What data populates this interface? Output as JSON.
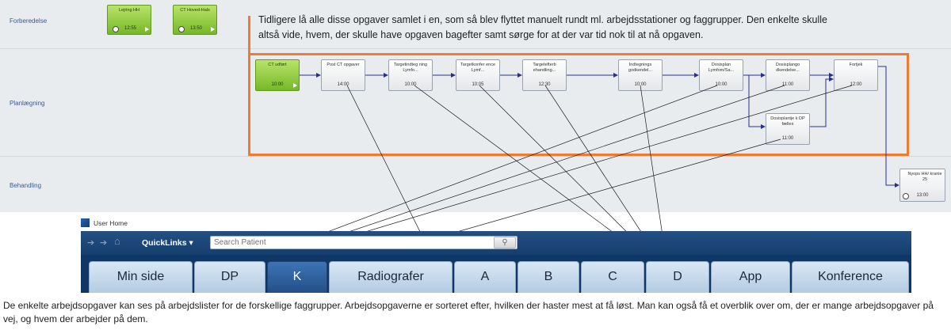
{
  "lanes": {
    "forberedelse": "Forberedelse",
    "planlaegning": "Planlægning",
    "behandling": "Behandling"
  },
  "tasks": {
    "lejring": {
      "name": "Lejring HH",
      "time": "12:55"
    },
    "ct_hoved": {
      "name": "CT Hoved-Hals",
      "time": "13:50"
    },
    "ct_udfort": {
      "name": "CT udført",
      "time": "10:00"
    },
    "post_ct": {
      "name": "Post CT opgaver",
      "time": "14:00"
    },
    "targetindtegning": {
      "name": "Targetindteg ning Lymfo...",
      "time": "10:00"
    },
    "targetkonference": {
      "name": "Targetkonfer ence Lymf...",
      "time": "10:05"
    },
    "targetefterbehandling": {
      "name": "Targetefterb ehandling...",
      "time": "12:30"
    },
    "indtegnings": {
      "name": "Indtegnings godkendel...",
      "time": "10:00"
    },
    "dosisplan": {
      "name": "Dosisplan Lymfom/Sa...",
      "time": "10:00"
    },
    "dosisplangodkendelse": {
      "name": "Dosisplango dkendelse...",
      "time": "11:00"
    },
    "fortjek": {
      "name": "Fortjek",
      "time": "12:00"
    },
    "dosisplantjek": {
      "name": "Dosisplantje k DP fælles",
      "time": "11:00"
    },
    "nyops": {
      "name": "Nyops HH/ kranie 25",
      "time": "13:00"
    }
  },
  "annotation": "Tidligere lå alle disse opgaver samlet i en, som så blev flyttet manuelt rundt ml. arbejdsstationer og faggrupper. Den enkelte skulle altså vide, hvem, der skulle have opgaven bagefter samt sørge for at der var tid nok til at nå opgaven.",
  "user_home": {
    "window_title": "User Home",
    "quicklinks": "QuickLinks ▾",
    "search_placeholder": "Search Patient",
    "tabs": [
      "Min side",
      "DP",
      "K",
      "Radiografer",
      "A",
      "B",
      "C",
      "D",
      "App",
      "Konference"
    ],
    "active_tab": "K",
    "icons": [
      "back-arrow-icon",
      "forward-arrow-icon",
      "home-icon",
      "search-icon"
    ]
  },
  "caption": "De enkelte arbejdsopgaver kan ses på arbejdslister for de forskellige faggrupper. Arbejdsopgaverne er sorteret efter, hvilken der haster mest at få løst. Man kan også få et overblik over om, der er mange arbejdsopgaver på vej, og hvem der arbejder på dem.",
  "colors": {
    "accent_orange": "#ee7b33",
    "task_green": "#76b828",
    "app_blue": "#163f6e",
    "active_tab": "#2b5c9a"
  }
}
